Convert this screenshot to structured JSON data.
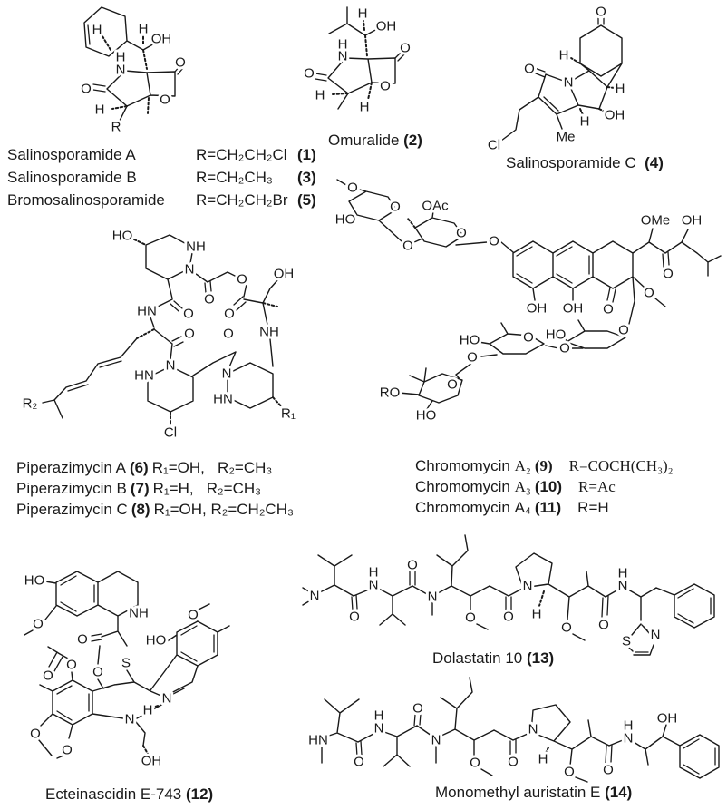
{
  "figure": {
    "background": "#ffffff",
    "line_color": "#1a1a1a"
  },
  "captions": {
    "omuralide": {
      "name": "Omuralide ",
      "num": "(2)"
    },
    "salinosporamide_c": {
      "name": "Salinosporamide C  ",
      "num": "(4)"
    },
    "dolastatin": {
      "name": "Dolastatin 10 ",
      "num": "(13)"
    },
    "ecteinascidin": {
      "name": "Ecteinascidin E-743 ",
      "num": "(12)"
    },
    "auristatin": {
      "name": "Monomethyl auristatin E ",
      "num": "(14)"
    }
  },
  "legends": {
    "salinosporamides": [
      {
        "name": "Salinosporamide A",
        "r": "R=CH₂CH₂Cl",
        "num": "(1)"
      },
      {
        "name": "Salinosporamide B",
        "r": "R=CH₂CH₃",
        "num": "(3)"
      },
      {
        "name": "Bromosalinosporamide",
        "r": "R=CH₂CH₂Br",
        "num": "(5)"
      }
    ],
    "piperazimycins": [
      {
        "name": "Piperazimycin A",
        "num": "(6)",
        "subs": "R₁=OH,   R₂=CH₃"
      },
      {
        "name": "Piperazimycin B",
        "num": "(7)",
        "subs": "R₁=H,   R₂=CH₃"
      },
      {
        "name": "Piperazimycin C",
        "num": "(8)",
        "subs": "R₁=OH, R₂=CH₂CH₃"
      }
    ],
    "chromomycins": [
      {
        "name": "Chromomycin ",
        "sub": "A₂",
        "num": "(9)",
        "r": "R=COCH(CH₃)₂"
      },
      {
        "name": "Chromomycin ",
        "sub": "A₃",
        "num": "(10)",
        "r": "R=Ac"
      },
      {
        "name": "Chromomycin ",
        "sub": "A₄",
        "num": "(11)",
        "r": "R=H"
      }
    ]
  },
  "atoms": {
    "sala": [
      "H",
      "H",
      "OH",
      "H",
      "N",
      "O",
      "O",
      "O",
      "H",
      "R"
    ],
    "omur": [
      "H",
      "OH",
      "H",
      "N",
      "O",
      "O",
      "O",
      "H",
      "H"
    ],
    "salc": [
      "O",
      "H",
      "H",
      "OH",
      "H",
      "Me",
      "N",
      "O",
      "Cl"
    ],
    "pipz": [
      "HO",
      "NH",
      "N",
      "O",
      "O",
      "O",
      "OH",
      "NH",
      "HN",
      "O",
      "O",
      "O",
      "N",
      "HN",
      "N",
      "HN",
      "Cl",
      "R₁",
      "R₂"
    ],
    "chro": [
      "O",
      "HO",
      "O",
      "O",
      "OAc",
      "O",
      "O",
      "OH",
      "OH",
      "O",
      "OMe",
      "OH",
      "O",
      "O",
      "HO",
      "O",
      "HO",
      "O",
      "O",
      "O",
      "O",
      "RO",
      "HO"
    ],
    "ect": [
      "HO",
      "O",
      "NH",
      "O",
      "O",
      "S",
      "HO",
      "O",
      "N",
      "H",
      "N",
      "O",
      "O",
      "O",
      "O",
      "OH"
    ],
    "dola": [
      "N",
      "O",
      "H",
      "N",
      "O",
      "N",
      "O",
      "O",
      "N",
      "H",
      "O",
      "O",
      "H",
      "N",
      "S",
      "N"
    ],
    "mmae": [
      "HN",
      "O",
      "H",
      "N",
      "O",
      "N",
      "O",
      "O",
      "N",
      "H",
      "O",
      "O",
      "H",
      "N",
      "OH"
    ]
  }
}
